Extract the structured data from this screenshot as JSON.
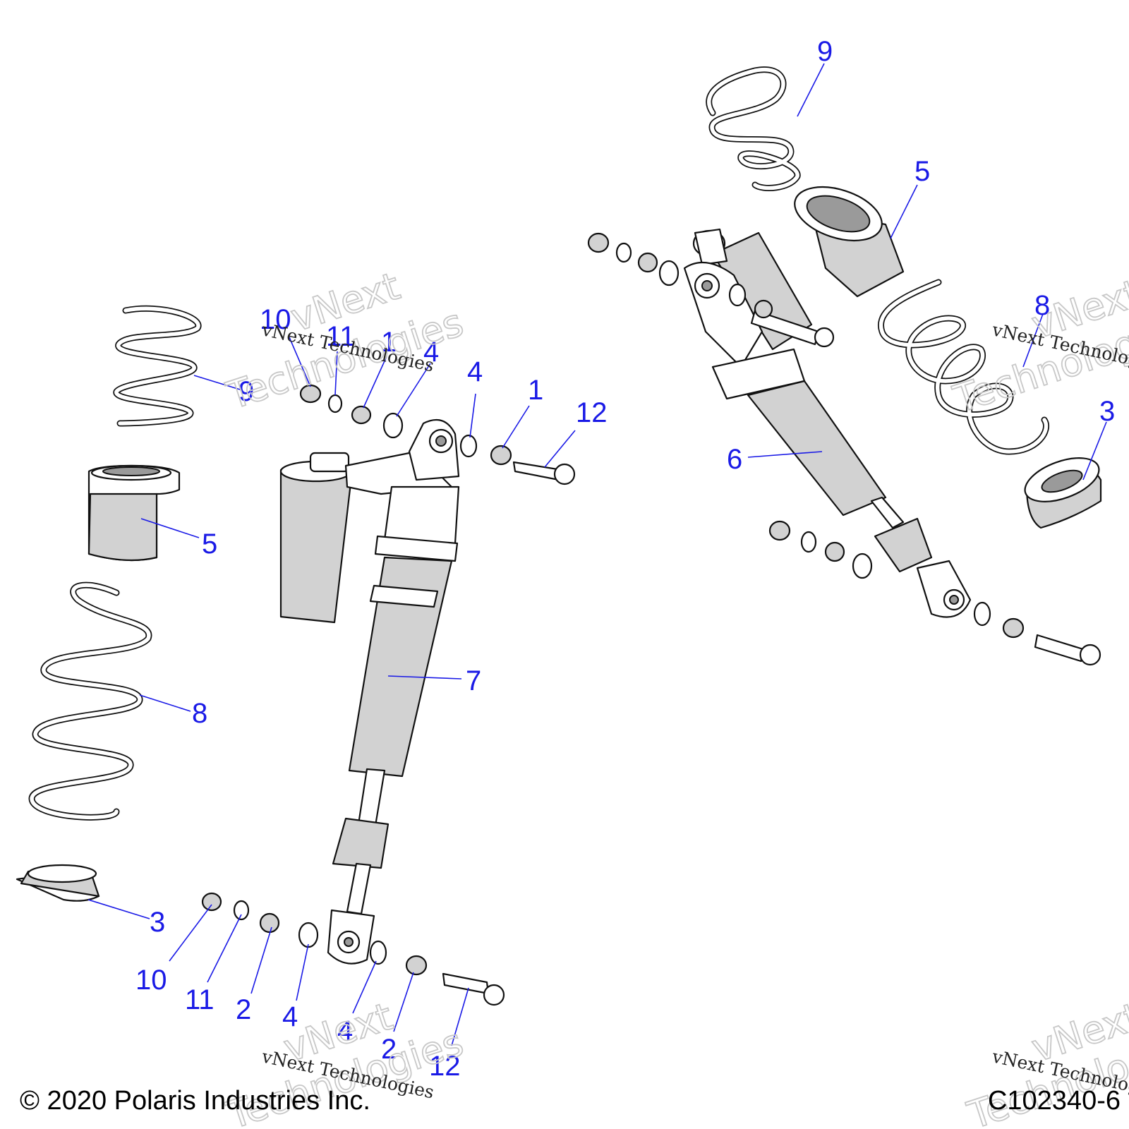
{
  "callouts": {
    "l9a": "9",
    "l5a": "5",
    "l8a": "8",
    "l3a": "3",
    "l7": "7",
    "l10a": "10",
    "l11a": "11",
    "l1a": "1",
    "l4a": "4",
    "l4b": "4",
    "l1b": "1",
    "l12a": "12",
    "l10b": "10",
    "l11b": "11",
    "l2a": "2",
    "l4c": "4",
    "l4d": "4",
    "l2b": "2",
    "l12b": "12",
    "r9": "9",
    "r5": "5",
    "r8": "8",
    "r3": "3",
    "r6": "6"
  },
  "watermark": {
    "small": "vNext Technologies",
    "big_line1": "vNext",
    "big_line2": "Technologies"
  },
  "footer": {
    "copyright": "© 2020 Polaris Industries Inc.",
    "figure_id": "C102340-6"
  },
  "colors": {
    "callout": "#1a1ae6",
    "part_shading": "#d2d2d2"
  }
}
